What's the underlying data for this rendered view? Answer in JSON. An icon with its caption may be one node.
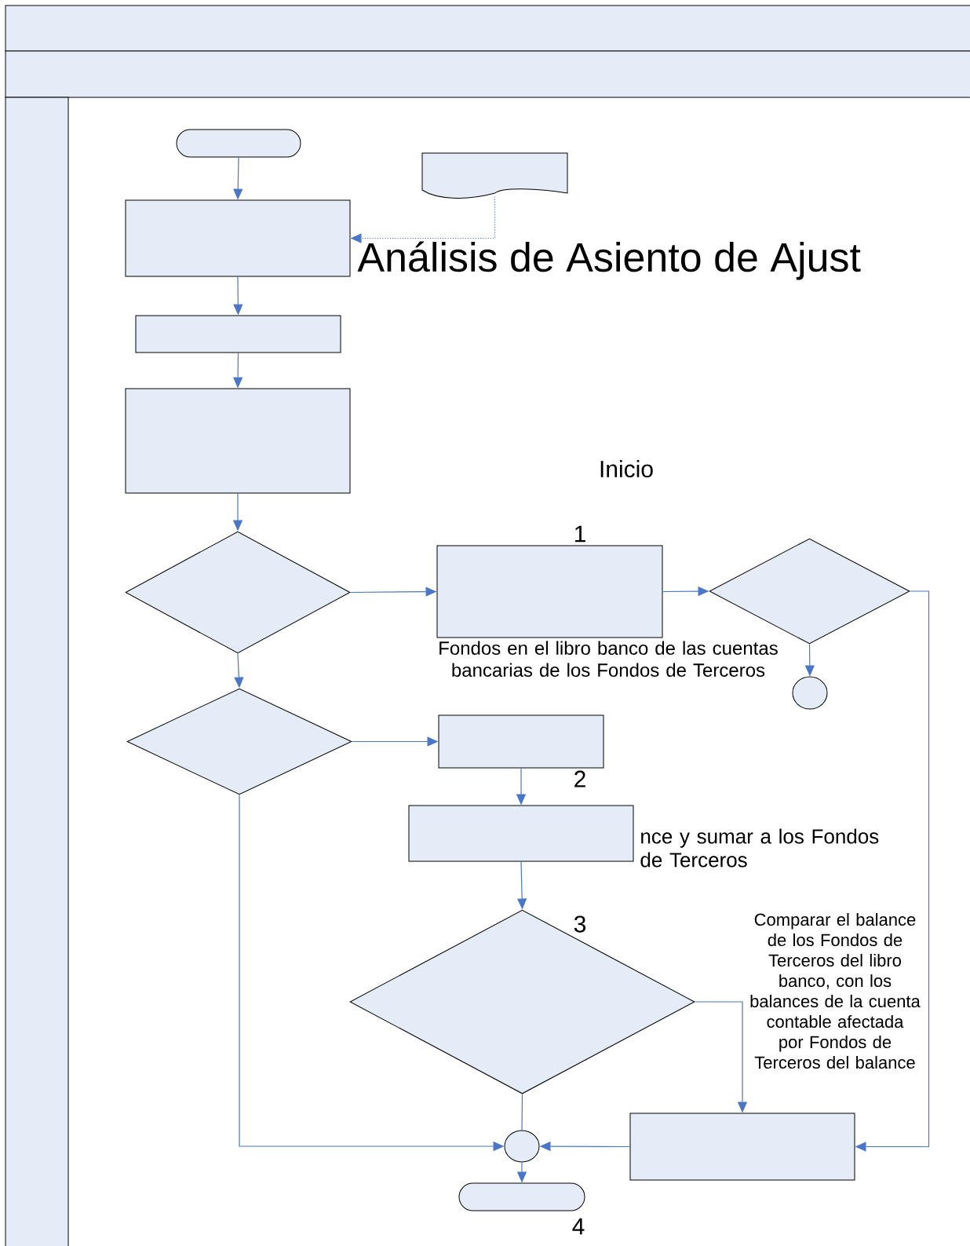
{
  "diagram": {
    "nodes": [
      {
        "text": [],
        "shape": "terminator"
      },
      {
        "text": [],
        "shape": "document"
      },
      {
        "text": [],
        "shape": "box"
      },
      {
        "text": [],
        "shape": "box"
      },
      {
        "text": [],
        "shape": "box"
      },
      {
        "text": [],
        "shape": "diamond"
      },
      {
        "text": [],
        "shape": "diamond"
      },
      {
        "text": [],
        "shape": "box",
        "beside": [
          "1"
        ]
      },
      {
        "text": [],
        "shape": "diamond"
      },
      {
        "text": [],
        "shape": "circle"
      },
      {
        "text": [],
        "shape": "box",
        "beside": [
          "2"
        ]
      },
      {
        "text": [],
        "shape": "box"
      },
      {
        "text": [],
        "shape": "diamond",
        "beside": [
          "3"
        ]
      },
      {
        "text": [],
        "shape": "circle"
      },
      {
        "text": [],
        "shape": "box"
      },
      {
        "text": [],
        "shape": "terminator",
        "beside": [
          "4"
        ]
      }
    ],
    "edges": [
      {
        "from": 0,
        "to": 2,
        "arrow": "to"
      },
      {
        "from": 1,
        "to": 2,
        "arrow": "to",
        "style": "dashed"
      },
      {
        "from": 2,
        "to": 3,
        "arrow": "to"
      },
      {
        "from": 3,
        "to": 4,
        "arrow": "to"
      },
      {
        "from": 4,
        "to": 5,
        "arrow": "to"
      },
      {
        "from": 5,
        "to": 7,
        "arrow": "to"
      },
      {
        "from": 5,
        "to": 6,
        "arrow": "to"
      },
      {
        "from": 6,
        "to": 10,
        "arrow": "to"
      },
      {
        "from": 7,
        "to": 8,
        "arrow": "to"
      },
      {
        "from": 8,
        "to": 9,
        "arrow": "to"
      },
      {
        "from": 8,
        "to": 14,
        "arrow": "to"
      },
      {
        "from": 10,
        "to": 11,
        "arrow": "to"
      },
      {
        "from": 11,
        "to": 12,
        "arrow": "to"
      },
      {
        "from": 12,
        "to": 14,
        "arrow": "to"
      },
      {
        "from": 12,
        "to": 13,
        "arrow": "none"
      },
      {
        "from": 6,
        "to": 13,
        "arrow": "to"
      },
      {
        "from": 14,
        "to": 13,
        "arrow": "to"
      },
      {
        "from": 13,
        "to": 15,
        "arrow": "to"
      }
    ],
    "labels": [
      "Análisis de Asiento de Ajust",
      "Inicio",
      "Fondos en el libro banco de las cuentas bancarias de los Fondos de Terceros",
      "nce y sumar a los Fondos de Terceros",
      "Comparar el balance de los Fondos de Terceros del libro banco, con los balances de la cuenta contable afectada por Fondos de Terceros del balance"
    ]
  }
}
